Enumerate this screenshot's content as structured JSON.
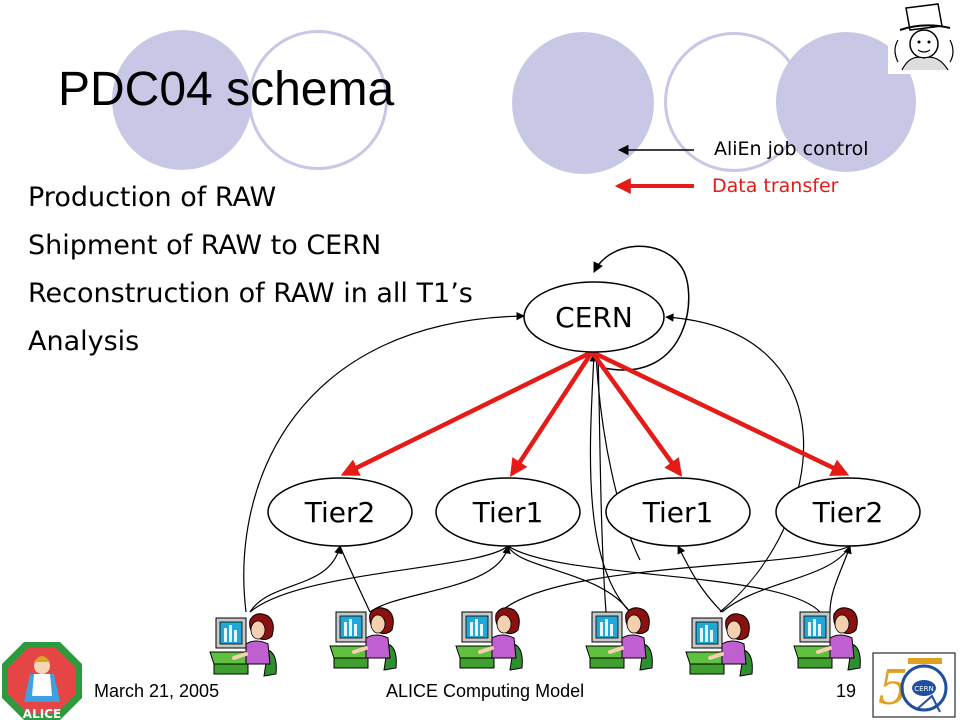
{
  "slide": {
    "title": "PDC04 schema",
    "bullets": [
      "Production of RAW",
      "Shipment of RAW to CERN",
      "Reconstruction of RAW in all T1’s",
      "Analysis"
    ]
  },
  "legend": {
    "control_label": "AliEn job control",
    "transfer_label": "Data transfer",
    "control_color": "#000000",
    "transfer_color": "#e41b17"
  },
  "nodes": {
    "cern": "CERN",
    "tiers": [
      "Tier2",
      "Tier1",
      "Tier1",
      "Tier2"
    ]
  },
  "users": {
    "count": 6,
    "icon": "user-at-computer-icon"
  },
  "footer": {
    "date": "March 21, 2005",
    "center": "ALICE Computing Model",
    "page": "19"
  },
  "logos": [
    "alice-logo",
    "cern-50-logo",
    "mad-hatter-illustration"
  ],
  "theme": {
    "circle_fill": "#c8c8e6",
    "circle_outline": "#c8c8e6",
    "arrow_red": "#e41b17"
  }
}
